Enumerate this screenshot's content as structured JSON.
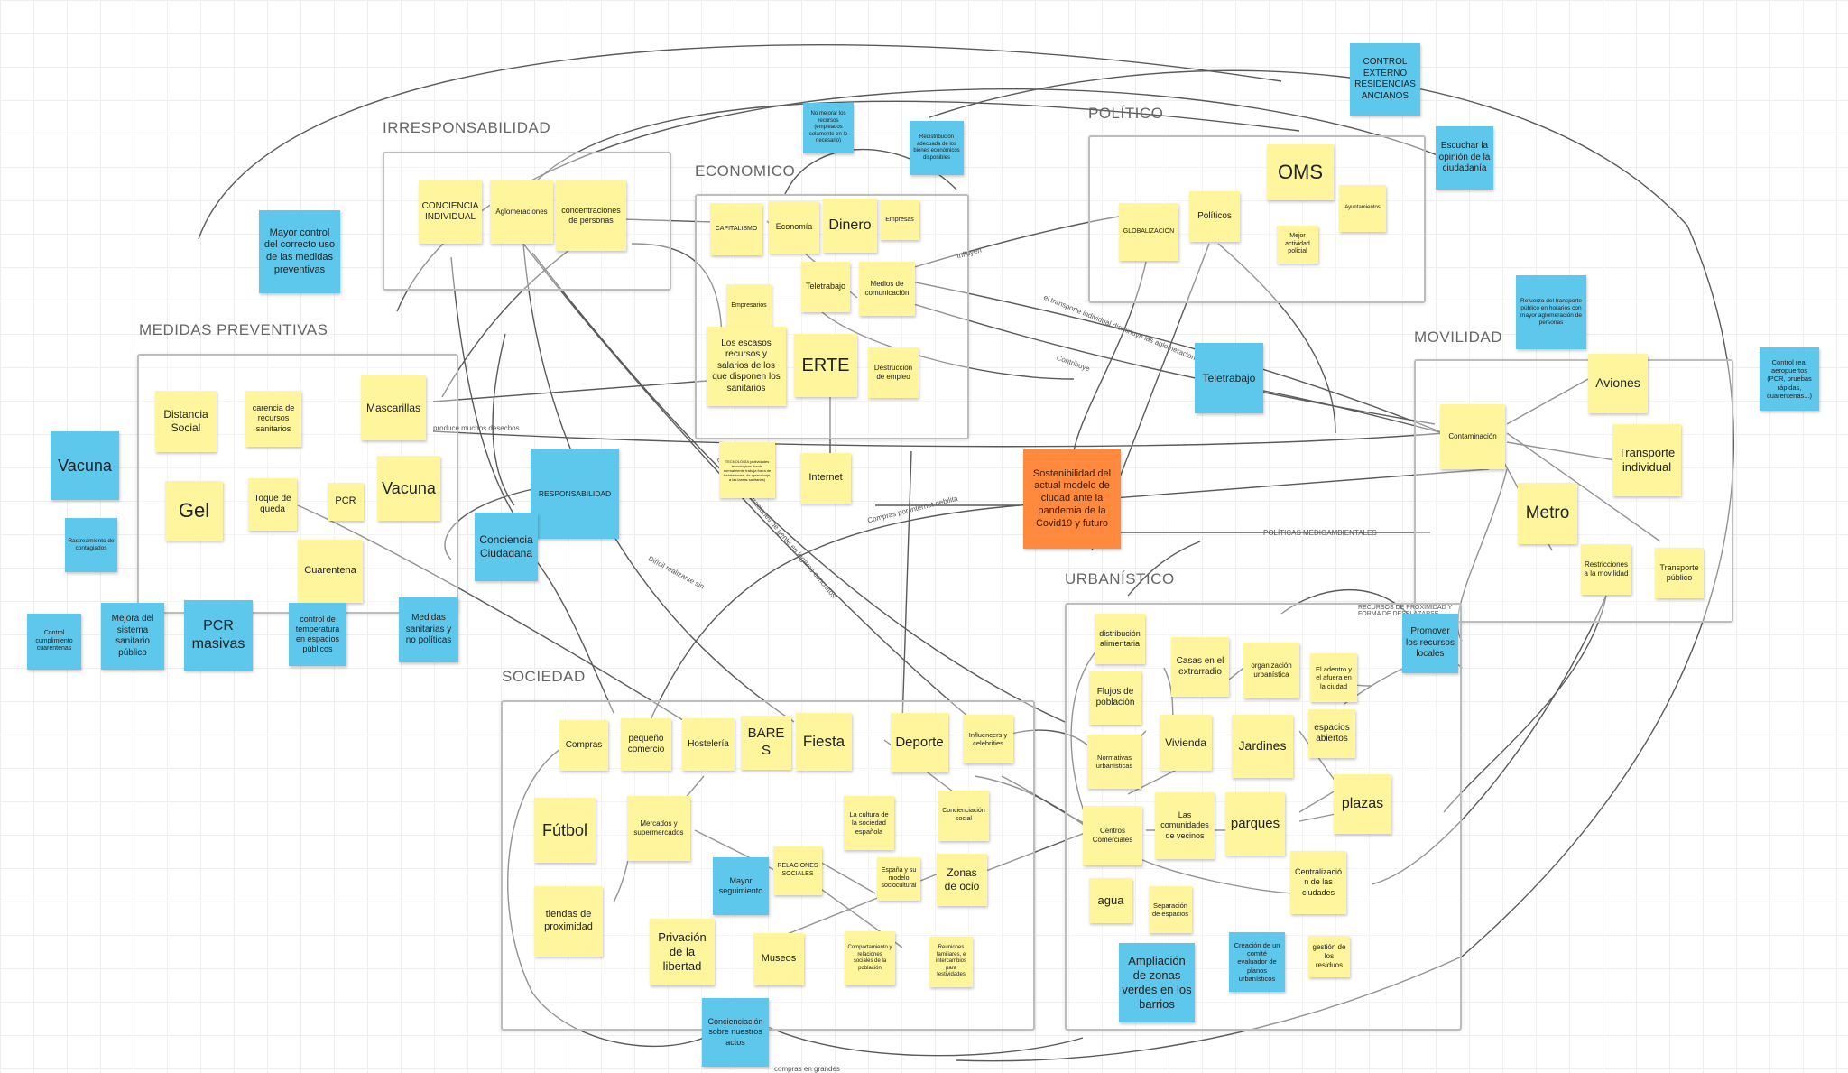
{
  "frames": {
    "irresponsabilidad": "IRRESPONSABILIDAD",
    "economico": "ECONOMICO",
    "politico": "POLÍTICO",
    "medidas_preventivas": "MEDIDAS PREVENTIVAS",
    "movilidad": "MOVILIDAD",
    "sociedad": "SOCIEDAD",
    "urbanistico": "URBANÍSTICO"
  },
  "notes": {
    "control_residencias": "CONTROL EXTERNO RESIDENCIAS ANCIANOS",
    "escuchar_ciudadania": "Escuchar la opinión de la ciudadanía",
    "mayor_control_medidas": "Mayor control del correcto uso de las medidas preventivas",
    "no_mejorar_recursos": "No mejorar los recursos (empleados solamente en lo necesario)",
    "redistribucion_bienes": "Redistribución adecuada de los bienes económicos disponibles",
    "conciencia_individual": "CONCIENCIA INDIVIDUAL",
    "aglomeraciones": "Aglomeraciones",
    "concentraciones_personas": "concentraciones de personas",
    "capitalismo": "CAPITALISMO",
    "economia": "Economía",
    "dinero": "Dinero",
    "empresas": "Empresas",
    "teletrabajo_eco": "Teletrabajo",
    "medios_comunicacion": "Medios de comunicación",
    "empresarios": "Empresarios",
    "escasos_recursos": "Los escasos recursos y salarios de los que disponen los sanitarios",
    "erte": "ERTE",
    "destruccion_empleo": "Destrucción de empleo",
    "oms": "OMS",
    "globalizacion": "GLOBALIZACIÓN",
    "politicos": "Políticos",
    "mejor_actividad_policial": "Mejor actividad policial",
    "ayuntamientos": "Ayuntamientos",
    "refuerzo_transporte": "Refuerzo del transporte público en horarios con mayor aglomeración de personas",
    "control_aeropuertos": "Control real aeropuertos (PCR, pruebas rápidas, cuarentenas...)",
    "distancia_social": "Distancia Social",
    "carencia_recursos": "carencia de recursos sanitarios",
    "mascarillas": "Mascarillas",
    "vacuna_med": "Vacuna",
    "gel": "Gel",
    "toque_queda": "Toque de queda",
    "pcr": "PCR",
    "cuarentena": "Cuarentena",
    "vacuna_ext": "Vacuna",
    "rastreamiento": "Rastreamiento de contagiados",
    "control_cuarentenas": "Control cumplimiento cuarentenas",
    "mejora_sistema": "Mejora del sistema sanitario público",
    "pcr_masivas": "PCR masivas",
    "control_temperatura": "control de temperatura en espacios públicos",
    "medidas_sanitarias": "Medidas sanitarias y no políticas",
    "responsabilidad": "RESPONSABILIDAD",
    "conciencia_ciudadana": "Conciencia Ciudadana",
    "tecnologia": "TECNOLOGÍA (actividades tecnológicas donde normalmente trabaja fuera de instalaciones, de aprendizaje, a las tareas sanitarias)",
    "internet": "Internet",
    "sostenibilidad": "Sostenibilidad del actual modelo de ciudad ante la pandemia de la Covid19 y futuro",
    "teletrabajo": "Teletrabajo",
    "contaminacion": "Contaminación",
    "aviones": "Aviones",
    "transporte_individual": "Transporte individual",
    "metro": "Metro",
    "restricciones_movilidad": "Restricciones a la movilidad",
    "transporte_publico": "Transporte público",
    "promover_recursos": "Promover los recursos locales",
    "compras": "Compras",
    "pequeno_comercio": "pequeño comercio",
    "hosteleria": "Hostelería",
    "bares": "BARES",
    "fiesta": "Fiesta",
    "deporte": "Deporte",
    "influencers": "Influencers y celebrities",
    "futbol": "Fútbol",
    "mercados": "Mercados y supermercados",
    "cultura_sociedad": "La cultura de la sociedad española",
    "concienciacion_social": "Concienciación social",
    "relaciones_sociales": "RELACIONES SOCIALES",
    "espana_modelo": "España y su modelo sociocultural",
    "zonas_ocio": "Zonas de ocio",
    "tiendas_proximidad": "tiendas de proximidad",
    "mayor_seguimiento": "Mayor seguimiento",
    "privacion_libertad": "Privación de la libertad",
    "museos": "Museos",
    "comportamiento": "Comportamiento y relaciones sociales de la población",
    "reuniones_familiares": "Reuniones familiares, e intercambios para festividades",
    "concienciacion_actos": "Concienciación sobre nuestros actos",
    "distribucion_alimentaria": "distribución alimentaria",
    "casas_extrarradio": "Casas en el extrarradio",
    "organizacion_urbanistica": "organización urbanística",
    "adentro_afuera": "El adentro y el afuera en la ciudad",
    "flujos_poblacion": "Flujos de población",
    "vivienda": "Vivienda",
    "jardines": "Jardines",
    "espacios_abiertos": "espacios abiertos",
    "normativas_urbanisticas": "Normativas urbanísticas",
    "plazas": "plazas",
    "centros_comerciales": "Centros Comerciales",
    "comunidades_vecinos": "Las comunidades de vecinos",
    "parques": "parques",
    "centralizacion": "Centralización de las ciudades",
    "agua": "agua",
    "separacion_espacios": "Separación de espacios",
    "ampliacion_zonas_verdes": "Ampliación de zonas verdes en los barrios",
    "creacion_comite": "Creación de un comité evaluador de planos urbanísticos",
    "gestion_residuos": "gestión de los residuos"
  },
  "labels": {
    "produce_desechos": "produce muchos desechos",
    "politicas_medioambientales": "POLÍTICAS MEDIOAMBIENTALES",
    "compras_internet": "Compras por internet debilita",
    "influyen": "Influyen",
    "transporte_disminuye": "el transporte individual disminuye las aglomeraciones",
    "contribuye": "Contribuye",
    "dificil_realizarse": "Difícil realizarse sin",
    "grandes_concentraciones": "Grandes concentraciones de gente en lugares concretos",
    "compras_grandes": "compras en grandes",
    "recursos_proximidad": "RECURSOS DE PROXIMIDAD Y FORMA DE DESPLAZARSE"
  },
  "colors": {
    "sticky_yellow": "#fff59c",
    "sticky_blue": "#5ec8ec",
    "sticky_orange": "#ff8a3d",
    "frame_border": "#bdbdbd",
    "connector": "#555555"
  }
}
